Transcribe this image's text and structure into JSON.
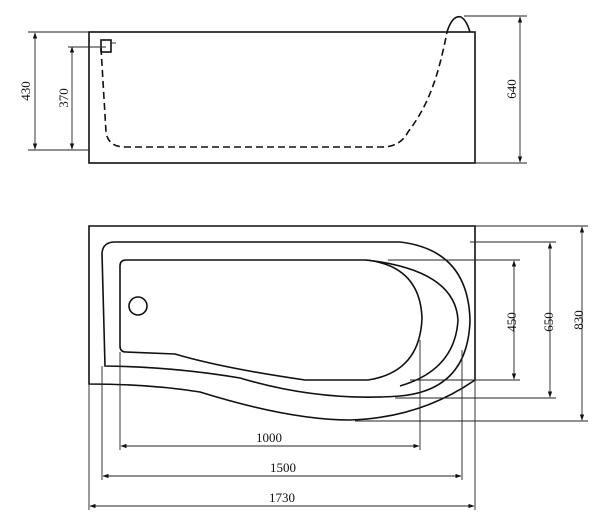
{
  "side_view": {
    "dimensions": {
      "height_total": "430",
      "height_inner": "370",
      "height_overall": "640"
    }
  },
  "plan_view": {
    "dimensions": {
      "width_inner_1": "450",
      "width_inner_2": "650",
      "width_total": "830",
      "length_inner": "1000",
      "length_mid": "1500",
      "length_total": "1730"
    }
  }
}
